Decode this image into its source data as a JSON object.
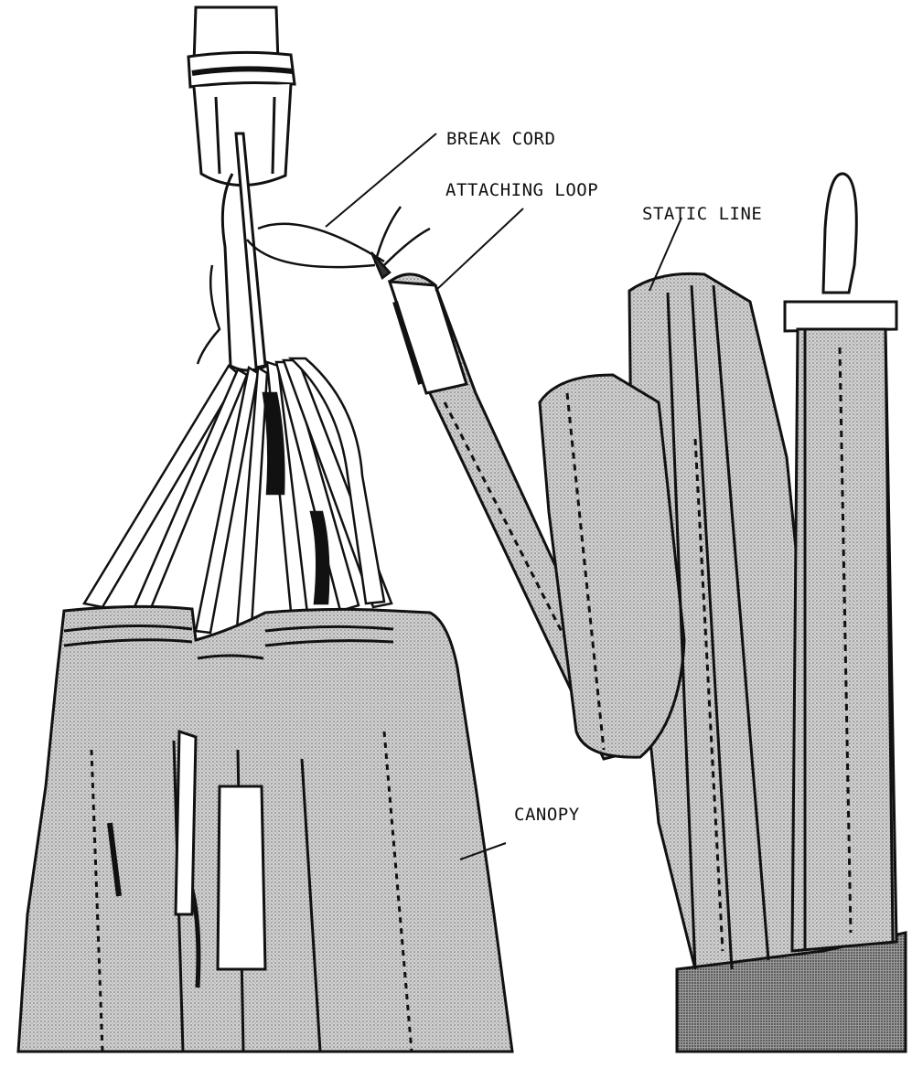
{
  "labels": {
    "break_cord": "BREAK CORD",
    "attaching_loop": "ATTACHING LOOP",
    "static_line": "STATIC LINE",
    "canopy": "CANOPY"
  },
  "colors": {
    "ink": "#111111",
    "paper": "#ffffff",
    "stipple_fill": "#c9c9c9"
  }
}
